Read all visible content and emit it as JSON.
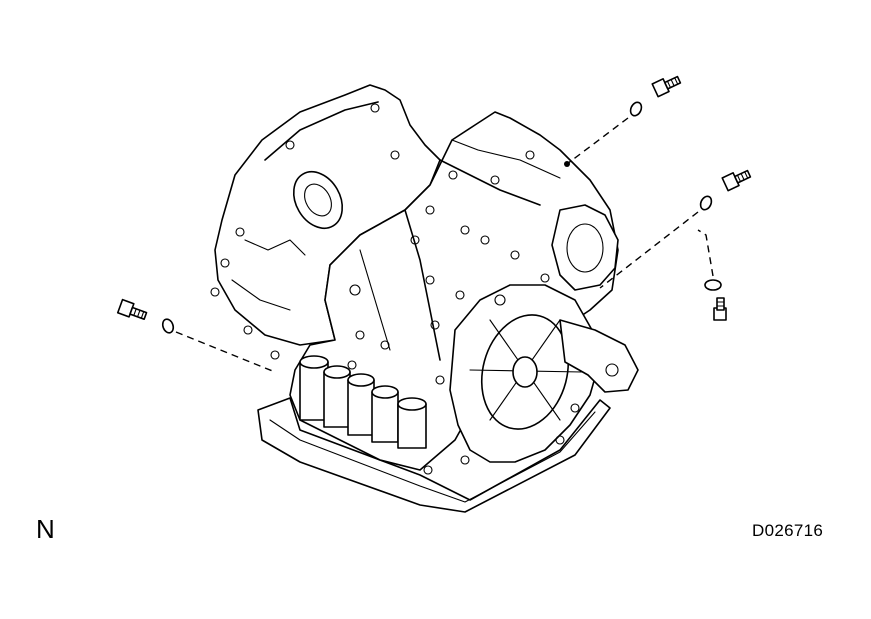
{
  "diagram": {
    "view_letter": "N",
    "drawing_code": "D026716",
    "parts": [
      {
        "name": "transaxle-assembly"
      },
      {
        "name": "plug-bolt-top-right"
      },
      {
        "name": "o-ring-top-right"
      },
      {
        "name": "plug-bolt-right"
      },
      {
        "name": "o-ring-right"
      },
      {
        "name": "plug-bolt-lower-right"
      },
      {
        "name": "o-ring-lower-right"
      },
      {
        "name": "plug-bolt-left"
      },
      {
        "name": "o-ring-left"
      }
    ],
    "colors": {
      "line": "#000000",
      "background": "#ffffff"
    }
  }
}
